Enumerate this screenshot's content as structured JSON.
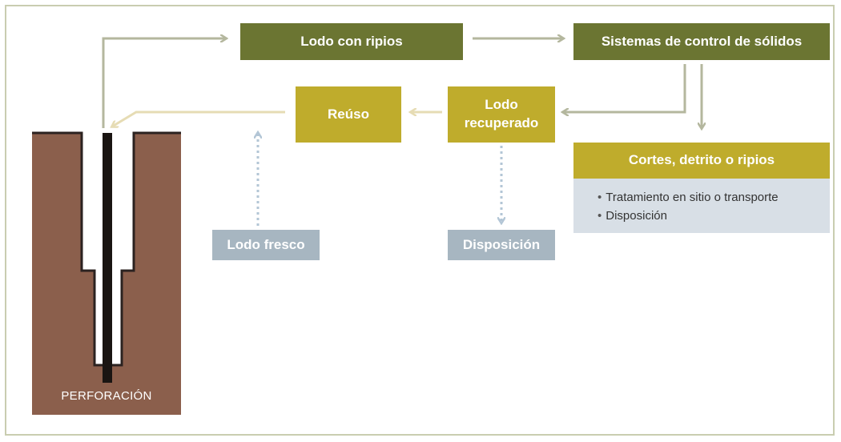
{
  "diagram": {
    "nodes": {
      "mud_with_cuttings": "Lodo con ripios",
      "solids_control": "Sistemas de control de sólidos",
      "reuse": "Reúso",
      "recovered_mud": "Lodo recuperado",
      "cuttings": "Cortes, detrito o ripios",
      "fresh_mud": "Lodo fresco",
      "disposal": "Disposición"
    },
    "cuttings_details": [
      "Tratamiento en sitio o transporte",
      "Disposición"
    ],
    "well_label": "PERFORACIÓN"
  },
  "colors": {
    "olive": "#6b7532",
    "mustard": "#bfac2c",
    "slate": "#a7b6c1",
    "light_panel": "#d8dfe6",
    "earth": "#8b5f4c",
    "arrow_gray": "#b4b79e",
    "arrow_cream": "#e6dcb4",
    "dotted_blue": "#b3c6d6"
  }
}
